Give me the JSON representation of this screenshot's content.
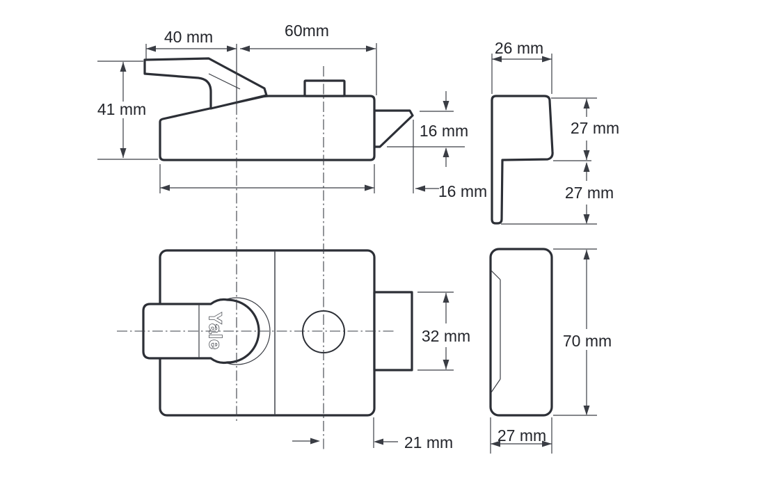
{
  "drawing": {
    "type": "technical-orthographic-drawing",
    "subject": "rim night latch lock",
    "brand": "Yale",
    "colors": {
      "background": "#ffffff",
      "outline": "#2c2f36",
      "thin_line": "#3a3d44",
      "text": "#23252b"
    },
    "views": {
      "side": {
        "handle_width": "40 mm",
        "case_depth": "60mm",
        "overall_height": "41 mm",
        "latch_height": "16 mm",
        "latch_projection": "16 mm"
      },
      "rim_profile": {
        "width": "26 mm",
        "upper_height": "27 mm",
        "lower_height": "27 mm"
      },
      "plan": {
        "brand": "Yale",
        "latch_width": "32 mm",
        "cylinder_to_front": "21 mm"
      },
      "case_profile": {
        "height": "70 mm",
        "depth": "27 mm"
      }
    }
  }
}
